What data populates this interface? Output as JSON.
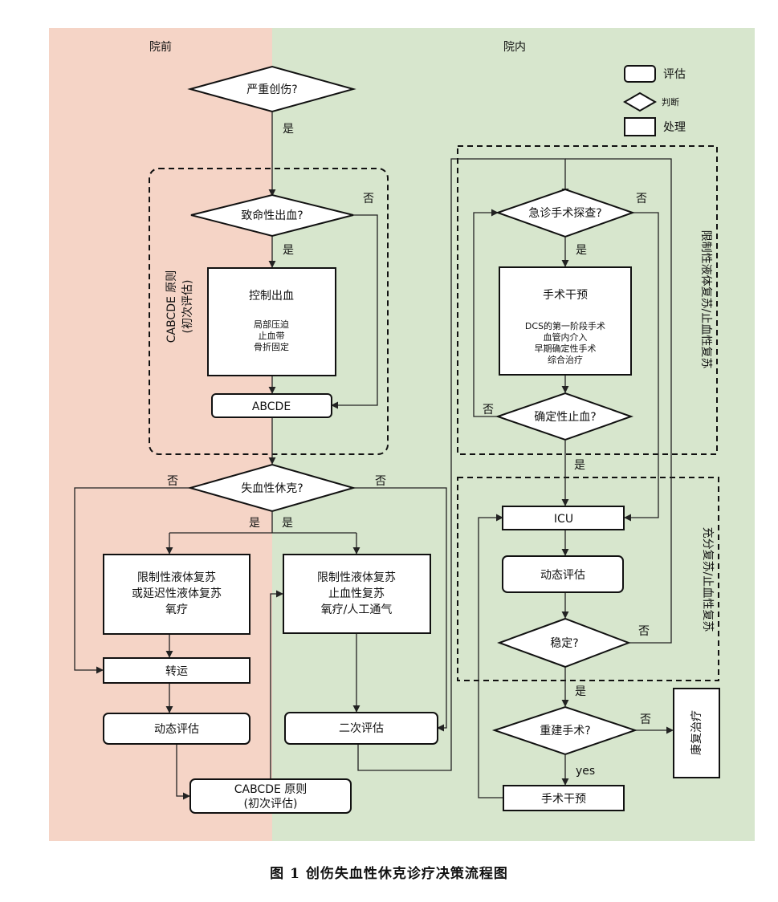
{
  "regions": {
    "pre": "院前",
    "in": "院内"
  },
  "legend": {
    "assess": "评估",
    "decide": "判断",
    "treat": "处理"
  },
  "side": {
    "cabcde": "CABCDE 原则",
    "cabcde_sub": "(初次评估)",
    "limited": "限制性液体复苏/止血性复苏",
    "full": "充分复苏/止血性复苏"
  },
  "nodes": {
    "severe": "严重创伤?",
    "fatal": "致命性出血?",
    "control_title": "控制出血",
    "control_l1": "局部压迫",
    "control_l2": "止血带",
    "control_l3": "骨折固定",
    "abcde": "ABCDE",
    "shock": "失血性休克?",
    "left_l1": "限制性液体复苏",
    "left_l2": "或延迟性液体复苏",
    "left_l3": "氧疗",
    "mid_l1": "限制性液体复苏",
    "mid_l2": "止血性复苏",
    "mid_l3": "氧疗/人工通气",
    "transfer": "转运",
    "dyn_left": "动态评估",
    "secondary": "二次评估",
    "cab_l1": "CABCDE 原则",
    "cab_l2": "(初次评估)",
    "surgery_q": "急诊手术探查?",
    "surg_title": "手术干预",
    "surg_l1": "DCS的第一阶段手术",
    "surg_l2": "血管内介入",
    "surg_l3": "早期确定性手术",
    "surg_l4": "综合治疗",
    "definitive": "确定性止血?",
    "icu": "ICU",
    "dyn_right": "动态评估",
    "stable": "稳定?",
    "rebuild": "重建手术?",
    "surg_final": "手术干预",
    "rehab": "康复治疗"
  },
  "edges": {
    "yes": "是",
    "no": "否",
    "yes_en": "yes"
  },
  "caption": "图 1   创伤失血性休克诊疗决策流程图",
  "colors": {
    "pre_bg": "#f5d4c6",
    "in_bg": "#d7e6cd"
  }
}
